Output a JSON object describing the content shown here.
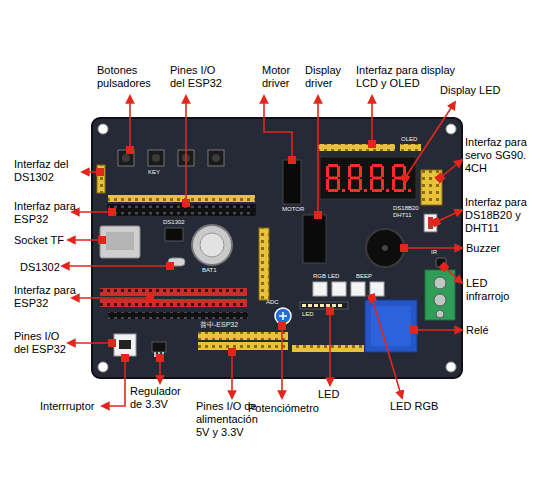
{
  "diagram": {
    "labels": [
      "Botones pulsadores",
      "Pines I/O del ESP32",
      "Motor driver",
      "Display driver",
      "Interfaz para display LCD y OLED",
      "Display LED",
      "Interfaz del DS1302",
      "Interfaz para servo SG90. 4CH",
      "Interfaz para ESP32",
      "Interfaz para DS18B20 y DHT11",
      "Socket TF",
      "Buzzer",
      "DS1302",
      "LED infrarrojo",
      "Interfaz para ESP32",
      "Relé",
      "Pines I/O del ESP32",
      "Interrruptor",
      "Regulador de 3.3V",
      "Pines I/O de alimentación 5V y 3.3V",
      "Potenciómetro",
      "LED",
      "LED RGB",
      "KEY",
      "DS1302",
      "MOTOR",
      "BAT1",
      "RGB LED",
      "BEEP",
      "IR",
      "OLED",
      "DS18B20 DHT11",
      "ADC",
      "LED",
      "普中-ESP32"
    ]
  }
}
